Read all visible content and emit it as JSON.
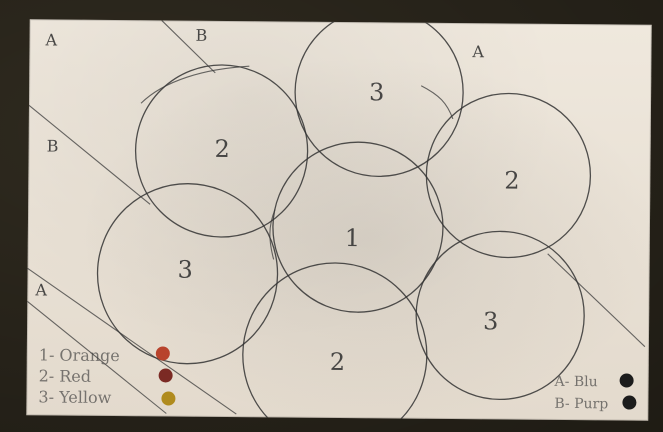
{
  "circles": [
    {
      "label": "3"
    },
    {
      "label": "2"
    },
    {
      "label": "2"
    },
    {
      "label": "1"
    },
    {
      "label": "3"
    },
    {
      "label": "3"
    },
    {
      "label": "2"
    }
  ],
  "regions": [
    {
      "label": "A"
    },
    {
      "label": "B"
    },
    {
      "label": "A"
    },
    {
      "label": "B"
    },
    {
      "label": "A"
    }
  ],
  "legend_colors": {
    "items": [
      {
        "label": "1- Orange",
        "color": "#b8432c"
      },
      {
        "label": "2- Red",
        "color": "#7b2a24"
      },
      {
        "label": "3- Yellow",
        "color": "#b08b1e"
      }
    ]
  },
  "legend_regions": {
    "items": [
      {
        "label": "A- Blu",
        "color": "#1c1c1c"
      },
      {
        "label": "B- Purp",
        "color": "#1c1c1c"
      }
    ]
  }
}
